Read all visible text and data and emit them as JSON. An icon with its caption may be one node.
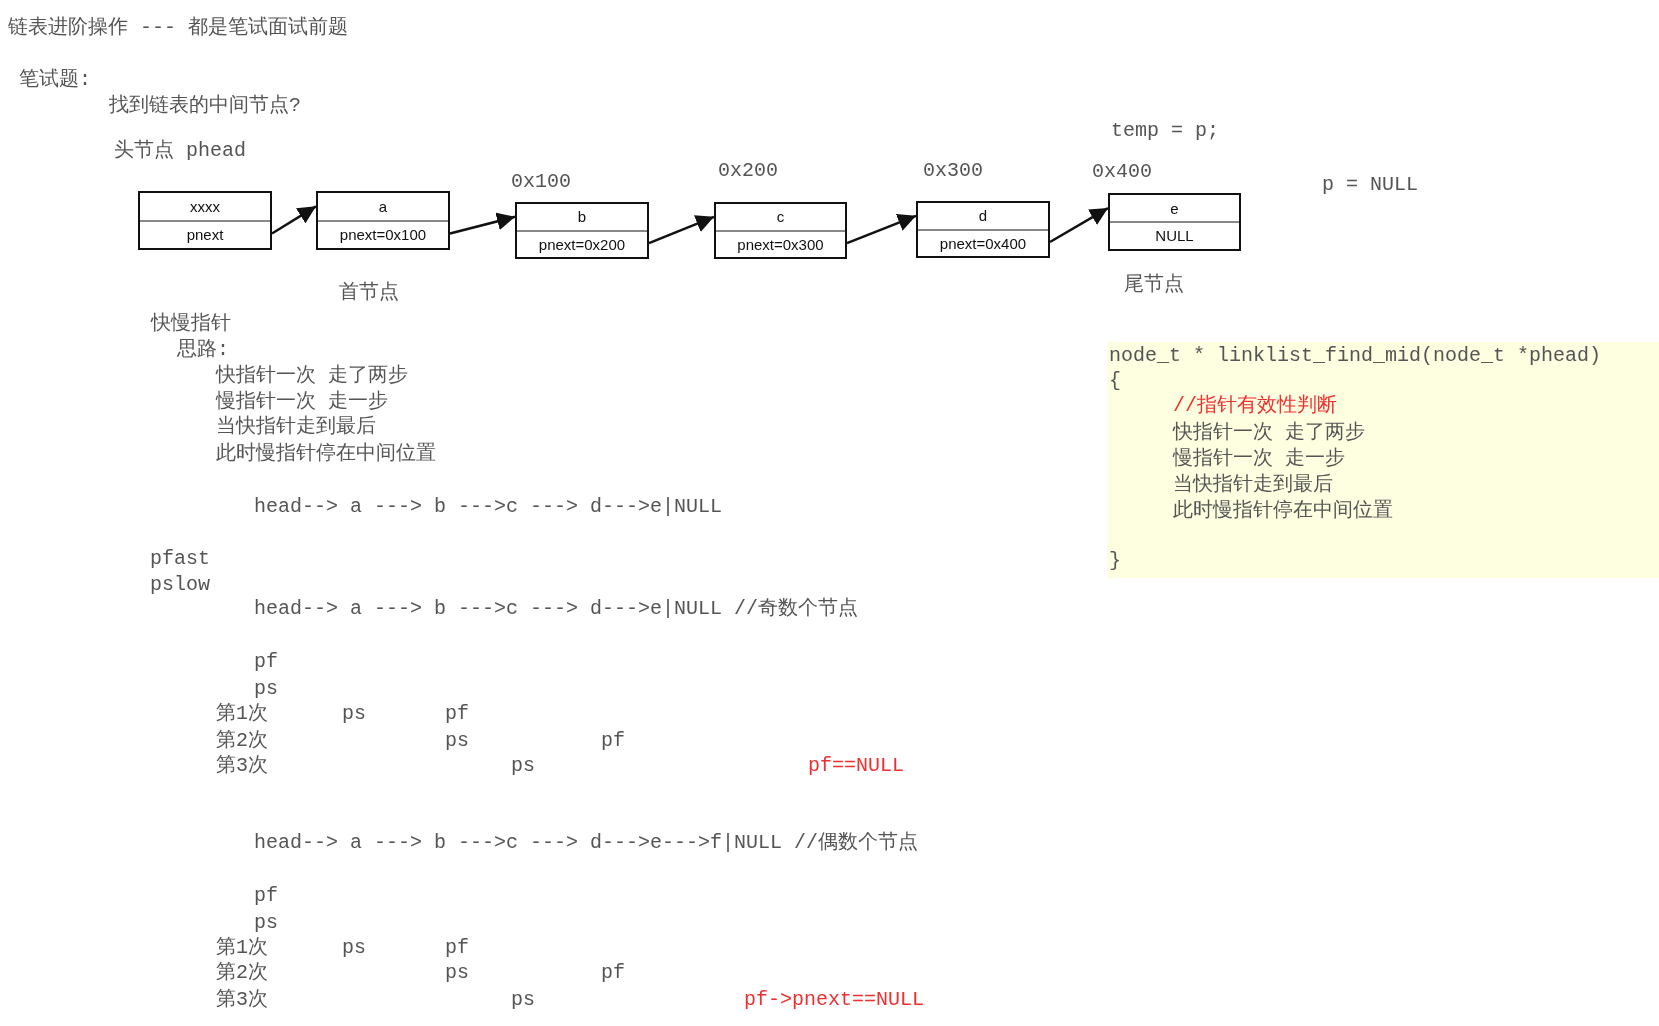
{
  "diagram": {
    "title": "链表进阶操作 --- 都是笔试面试前题",
    "nodes": [
      {
        "text": [
          "xxxx",
          "pnext"
        ],
        "beside": [
          "头节点 phead"
        ]
      },
      {
        "text": [
          "a",
          "pnext=0x100"
        ],
        "beside": [
          "首节点"
        ]
      },
      {
        "text": [
          "b",
          "pnext=0x200"
        ],
        "beside": [
          "0x100"
        ]
      },
      {
        "text": [
          "c",
          "pnext=0x300"
        ],
        "beside": [
          "0x200"
        ]
      },
      {
        "text": [
          "d",
          "pnext=0x400"
        ],
        "beside": [
          "0x300"
        ]
      },
      {
        "text": [
          "e",
          "NULL"
        ],
        "beside": [
          "0x400",
          "尾节点"
        ]
      },
      {
        "text": [
          "node_t * linklist_find_mid(node_t *phead)",
          "{",
          "//指针有效性判断",
          "快指针一次 走了两步",
          "慢指针一次 走一步",
          "当快指针走到最后",
          "此时慢指针停在中间位置",
          "}"
        ]
      }
    ],
    "edges": [
      {
        "from": 0,
        "to": 1,
        "arrow": "to"
      },
      {
        "from": 1,
        "to": 2,
        "arrow": "to"
      },
      {
        "from": 2,
        "to": 3,
        "arrow": "to"
      },
      {
        "from": 3,
        "to": 4,
        "arrow": "to"
      },
      {
        "from": 4,
        "to": 5,
        "arrow": "to"
      }
    ],
    "labels": [
      "笔试题:",
      "找到链表的中间节点?",
      "temp = p;",
      "p = NULL",
      "快慢指针",
      "思路:",
      "快指针一次 走了两步",
      "慢指针一次 走一步",
      "当快指针走到最后",
      "此时慢指针停在中间位置",
      "head--> a ---> b --->c ---> d--->e|NULL",
      "pfast",
      "pslow",
      "head--> a ---> b --->c ---> d--->e|NULL //奇数个节点",
      "pf",
      "ps",
      "第1次",
      "ps",
      "pf",
      "第2次",
      "ps",
      "pf",
      "第3次",
      "ps",
      "pf==NULL",
      "head--> a ---> b --->c ---> d--->e--->f|NULL //偶数个节点",
      "pf",
      "ps",
      "第1次",
      "ps",
      "pf",
      "第2次",
      "ps",
      "pf",
      "第3次",
      "ps",
      "pf->pnext==NULL"
    ]
  }
}
